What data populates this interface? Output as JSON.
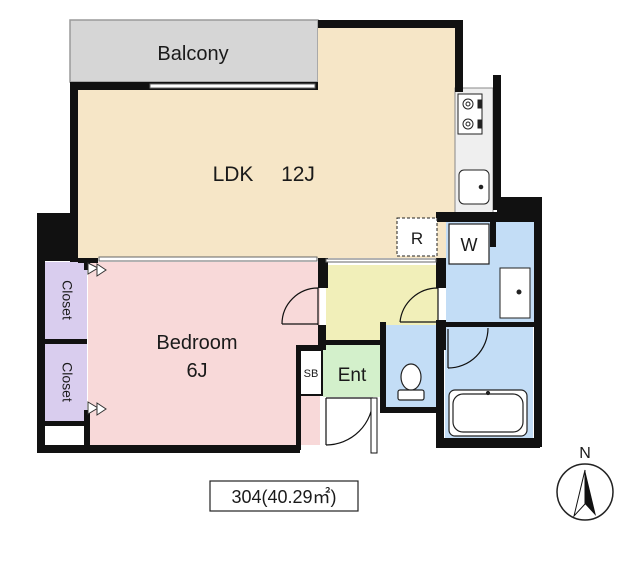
{
  "rooms": {
    "balcony": "Balcony",
    "ldk": "LDK",
    "ldk_size": "12J",
    "bedroom": "Bedroom",
    "bedroom_size": "6J",
    "closet_upper": "Closet",
    "closet_lower": "Closet",
    "shoe_box": "SB",
    "entrance": "Ent",
    "refrigerator": "R",
    "washer": "W"
  },
  "unit_label": "304(40.29㎡)",
  "compass": {
    "north": "N"
  },
  "colors": {
    "wall": "#111111",
    "balcony": "#d6d6d6",
    "ldk": "#f6e6c7",
    "bedroom": "#f8d9d9",
    "closet": "#d9cdee",
    "hall": "#f1efb9",
    "entrance": "#d3f0cb",
    "water": "#c3ddf6",
    "kitchen": "#efefef"
  }
}
